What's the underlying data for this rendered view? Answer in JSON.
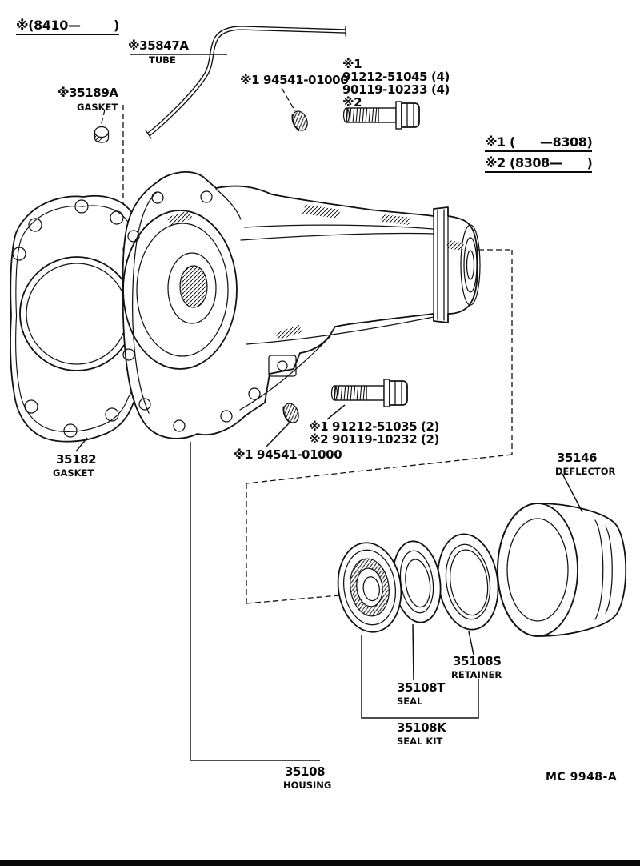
{
  "notes": {
    "top": "※(8410—        )",
    "n1": "※1 (      —8308)",
    "n2": "※2 (8308—      )"
  },
  "labels": {
    "tube_no": "※35847A",
    "tube_name": "TUBE",
    "gasket_a_no": "※35189A",
    "gasket_a_name": "GASKET",
    "plug_top_no": "※1 94541-01000",
    "bolt_top_l1": "※1",
    "bolt_top_l2": "91212-51045 (4)",
    "bolt_top_l3": "90119-10233 (4)",
    "bolt_top_l4": "※2",
    "gasket_no": "35182",
    "gasket_name": "GASKET",
    "bolt_bottom_l1": "※1 91212-51035 (2)",
    "bolt_bottom_l2": "※2 90119-10232 (2)",
    "plug_bottom_no": "※1 94541-01000",
    "deflector_no": "35146",
    "deflector_name": "DEFLECTOR",
    "retainer_no": "35108S",
    "retainer_name": "RETAINER",
    "seal_no": "35108T",
    "seal_name": "SEAL",
    "seal_kit_no": "35108K",
    "seal_kit_name": "SEAL KIT",
    "housing_no": "35108",
    "housing_name": "HOUSING"
  },
  "footer": {
    "code": "MC 9948-A"
  },
  "colors": {
    "ink": "#111111",
    "paper": "#ffffff"
  }
}
